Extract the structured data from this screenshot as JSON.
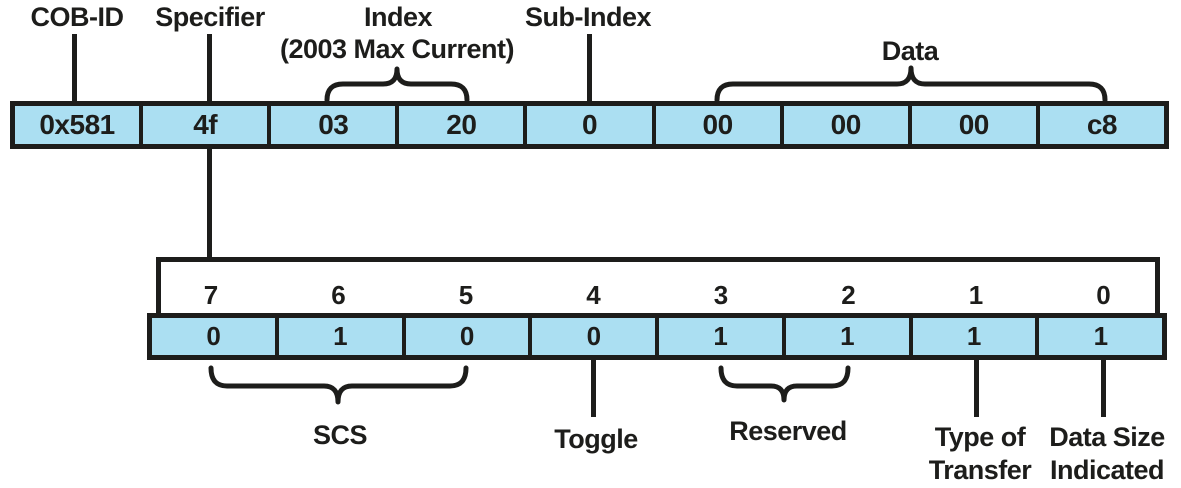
{
  "colors": {
    "cell_fill": "#abdff2",
    "line": "#1d1d1b",
    "background": "#ffffff"
  },
  "byte_row": {
    "labels": {
      "cob_id": "COB-ID",
      "specifier": "Specifier",
      "index": "Index",
      "index_note": "(2003 Max Current)",
      "sub_index": "Sub-Index",
      "data": "Data"
    },
    "cells": [
      "0x581",
      "4f",
      "03",
      "20",
      "0",
      "00",
      "00",
      "00",
      "c8"
    ]
  },
  "bit_row": {
    "numbers": [
      "7",
      "6",
      "5",
      "4",
      "3",
      "2",
      "1",
      "0"
    ],
    "values": [
      "0",
      "1",
      "0",
      "0",
      "1",
      "1",
      "1",
      "1"
    ],
    "labels": {
      "scs": "SCS",
      "toggle": "Toggle",
      "reserved": "Reserved",
      "type_of_transfer": [
        "Type of",
        "Transfer"
      ],
      "data_size_indicated": [
        "Data Size",
        "Indicated"
      ]
    }
  }
}
